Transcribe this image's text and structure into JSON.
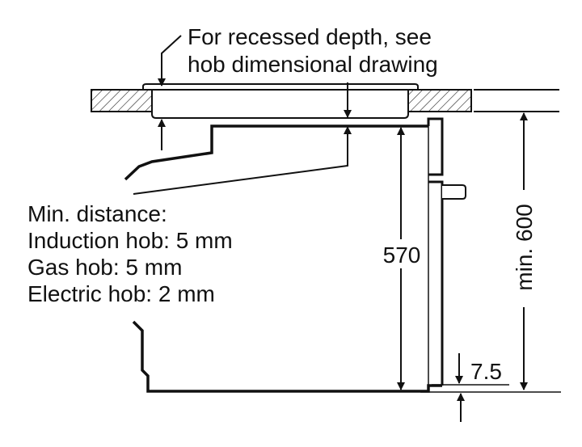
{
  "callout_top": {
    "line1": "For recessed depth, see",
    "line2": "hob dimensional drawing"
  },
  "min_distance": {
    "title": "Min. distance:",
    "items": [
      "Induction hob: 5 mm",
      "Gas hob: 5 mm",
      "Electric hob: 2 mm"
    ]
  },
  "dimensions": {
    "oven_height": "570",
    "cabinet_height": "min. 600",
    "bottom_offset": "7.5"
  }
}
